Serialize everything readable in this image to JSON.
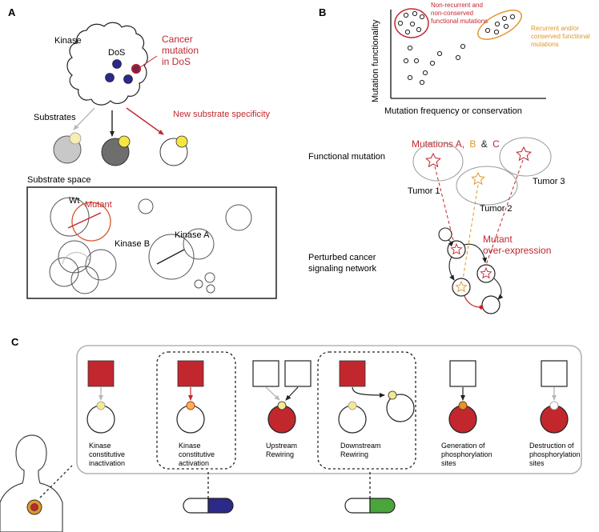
{
  "panels": {
    "a": "A",
    "b": "B",
    "c": "C"
  },
  "panel_a": {
    "kinase_label": "Kinase",
    "dos_label": "DoS",
    "cancer_mutation": [
      "Cancer",
      "mutation",
      "in DoS"
    ],
    "substrates_label": "Substrates",
    "new_specificity": "New substrate specificity",
    "substrate_space_title": "Substrate space",
    "wt_label": "Wt",
    "mutant_label": "Mutant",
    "kinase_a_label": "Kinase A",
    "kinase_b_label": "Kinase B"
  },
  "panel_b": {
    "y_axis_label": "Mutation functionality",
    "x_axis_label": "Mutation frequency or conservation",
    "red_group": [
      "Non-recurrent and",
      "non-conserved",
      "functional mutations"
    ],
    "orange_group": [
      "Recurrent and/or",
      "conserved functional",
      "mutations"
    ],
    "functional_mutation_label": "Functional mutation",
    "mutations_title": {
      "prefix": "Mutations A,",
      "b": "B",
      "amp": "&",
      "c": "C"
    },
    "tumor1": "Tumor 1",
    "tumor2": "Tumor 2",
    "tumor3": "Tumor 3",
    "overexpression": [
      "Mutant",
      "over-expression"
    ],
    "network_label": [
      "Perturbed cancer",
      "signaling network"
    ]
  },
  "panel_c": {
    "categories": [
      [
        "Kinase",
        "constitutive",
        "inactivation"
      ],
      [
        "Kinase",
        "constitutive",
        "activation"
      ],
      [
        "Upstream",
        "Rewiring"
      ],
      [
        "Downstream",
        "Rewiring"
      ],
      [
        "Generation of",
        "phosphorylation",
        "sites"
      ],
      [
        "Destruction of",
        "phosphorylation",
        "sites"
      ]
    ]
  },
  "colors": {
    "red": "#c1272d",
    "orange": "#e0962a",
    "yellow": "#f5e642",
    "navy": "#2b2a8a",
    "green": "#4aa63a",
    "gray": "#666666"
  }
}
